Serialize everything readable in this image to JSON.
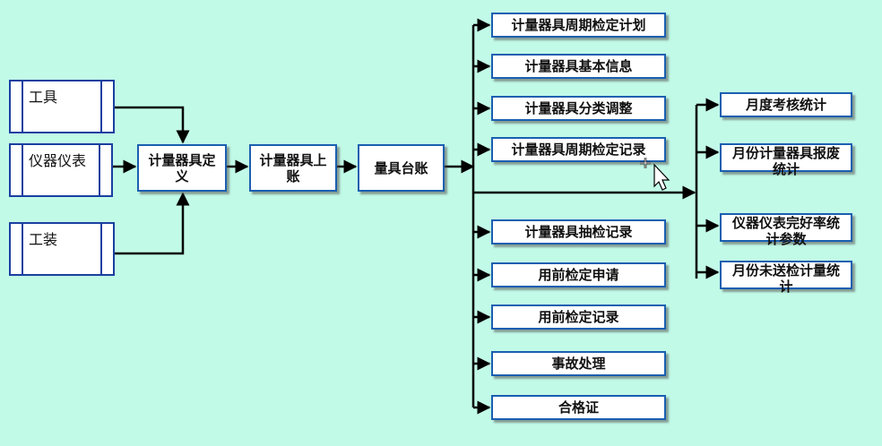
{
  "sources": {
    "tools": "工具",
    "instruments": "仪器仪表",
    "fixtures": "工装"
  },
  "flow": {
    "definition": [
      "计量器具定",
      "义"
    ],
    "register": [
      "计量器具上",
      "账"
    ],
    "ledger": "量具台账"
  },
  "ledger_outputs": {
    "periodic_plan": "计量器具周期检定计划",
    "basic_info": "计量器具基本信息",
    "classification": "计量器具分类调整",
    "periodic_record": "计量器具周期检定记录",
    "sampling_record": "计量器具抽检记录",
    "preuse_request": "用前检定申请",
    "preuse_record": "用前检定记录",
    "incident": "事故处理",
    "certificate": "合格证"
  },
  "statistics": {
    "monthly_review": "月度考核统计",
    "monthly_scrap": [
      "月份计量器具报废",
      "统计"
    ],
    "intact_rate": [
      "仪器仪表完好率统",
      "计参数"
    ],
    "monthly_unsent": [
      "月份未送检计量统",
      "计"
    ]
  }
}
